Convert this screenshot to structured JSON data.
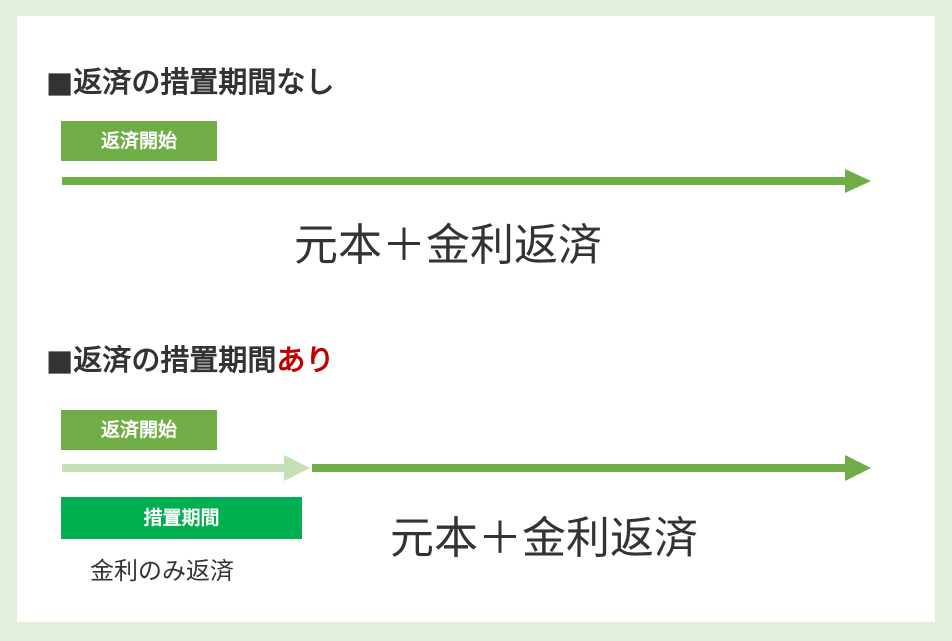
{
  "colors": {
    "background": "#e2efda",
    "panel": "#ffffff",
    "arrow_main": "#70ad47",
    "arrow_light": "#c5e0b4",
    "tag": "#70ad47",
    "tag_period": "#00b050",
    "accent": "#c00000",
    "text": "#333333"
  },
  "section1": {
    "bullet": "■",
    "heading": "返済の措置期間なし",
    "tag": "返済開始",
    "label": "元本＋金利返済"
  },
  "section2": {
    "bullet": "■",
    "heading": "返済の措置期間",
    "heading_accent": "あり",
    "tag": "返済開始",
    "period_tag": "措置期間",
    "period_label": "金利のみ返済",
    "label": "元本＋金利返済"
  }
}
